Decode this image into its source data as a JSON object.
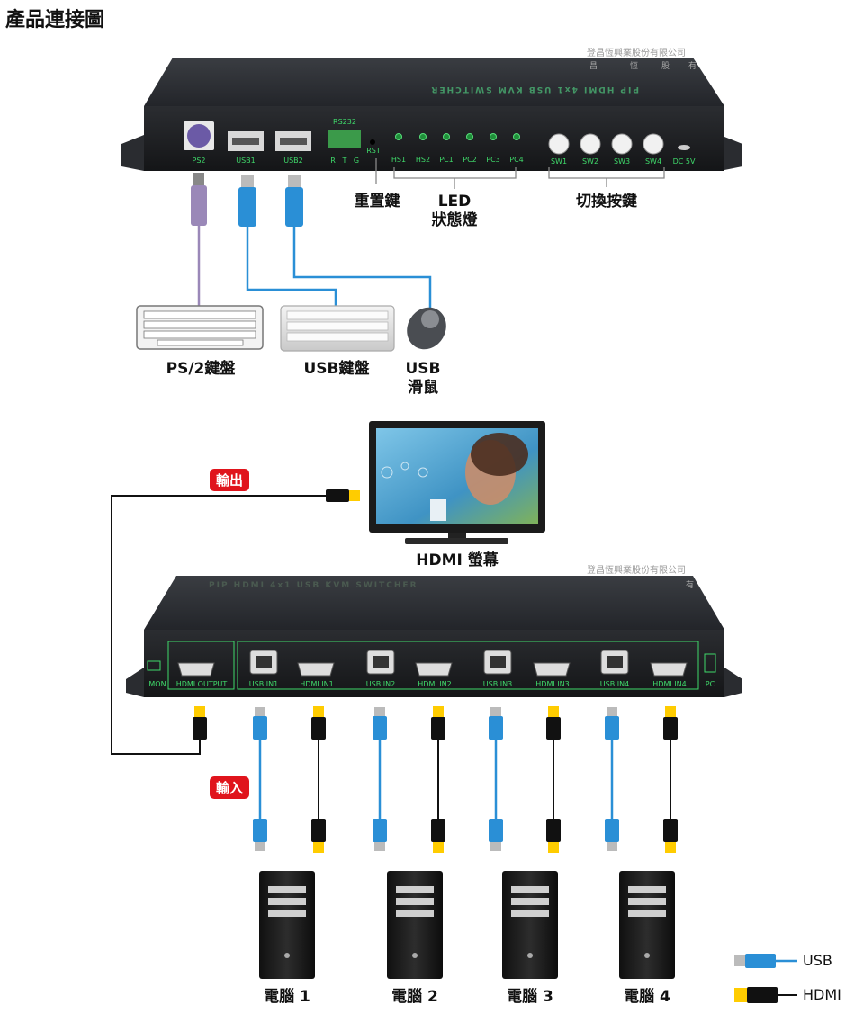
{
  "title": "產品連接圖",
  "watermark": "登昌恆興業股份有限公司",
  "watermark_fragments": [
    "昌",
    "恆",
    "股",
    "有"
  ],
  "device_text": "PIP HDMI 4x1 USB KVM SWITCHER",
  "top_panel": {
    "ports": [
      "PS2",
      "USB1",
      "USB2"
    ],
    "rs232": {
      "label": "RS232",
      "pins": [
        "R",
        "T",
        "G"
      ]
    },
    "rst": "RST",
    "leds": [
      "HS1",
      "HS2",
      "PC1",
      "PC2",
      "PC3",
      "PC4"
    ],
    "switches": [
      "SW1",
      "SW2",
      "SW3",
      "SW4"
    ],
    "dc": "DC 5V"
  },
  "callouts": {
    "reset": "重置鍵",
    "led_line1": "LED",
    "led_line2": "狀態燈",
    "switch": "切換按鍵"
  },
  "peripherals": {
    "ps2_keyboard": "PS/2鍵盤",
    "usb_keyboard": "USB鍵盤",
    "mouse_line1": "USB",
    "mouse_line2": "滑鼠"
  },
  "monitor_label": "HDMI 螢幕",
  "output_badge": "輸出",
  "input_badge": "輸入",
  "bottom_panel": {
    "mon": "MON",
    "hdmi_output": "HDMI OUTPUT",
    "inputs": [
      "USB IN1",
      "HDMI IN1",
      "USB IN2",
      "HDMI IN2",
      "USB IN3",
      "HDMI IN3",
      "USB IN4",
      "HDMI IN4"
    ],
    "pc": "PC"
  },
  "computers": [
    "電腦 1",
    "電腦 2",
    "電腦 3",
    "電腦 4"
  ],
  "legend": {
    "usb": "USB",
    "hdmi": "HDMI"
  },
  "colors": {
    "usb_cable": "#2a8fd6",
    "hdmi_tip": "#ffcc00",
    "ps2_plug": "#9a88b8",
    "panel_text": "#3fd96a",
    "badge": "#e0141c"
  }
}
